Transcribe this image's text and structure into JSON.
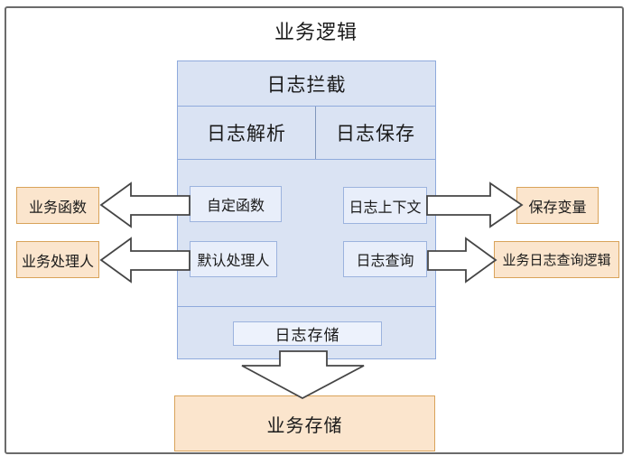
{
  "title": "业务逻辑",
  "interceptor": {
    "title": "日志拦截",
    "columns": [
      {
        "label": "日志解析"
      },
      {
        "label": "日志保存"
      }
    ],
    "nodes": {
      "custom_function": "自定函数",
      "log_context": "日志上下文",
      "default_handler": "默认处理人",
      "log_query": "日志查询",
      "log_storage": "日志存储"
    }
  },
  "external": {
    "business_function": "业务函数",
    "business_handler": "业务处理人",
    "save_variable": "保存变量",
    "business_log_query_logic": "业务日志查询逻辑",
    "business_storage": "业务存储"
  },
  "colors": {
    "main_box_fill": "#dae3f3",
    "main_box_border": "#8faadc",
    "inner_node_fill": "#e8eefa",
    "inner_node_border": "#9cb3de",
    "orange_fill": "#fbe5cd",
    "orange_border": "#d9a35a",
    "frame_border": "#6b6b6b",
    "arrow_fill": "#ffffff",
    "arrow_stroke": "#454545"
  }
}
